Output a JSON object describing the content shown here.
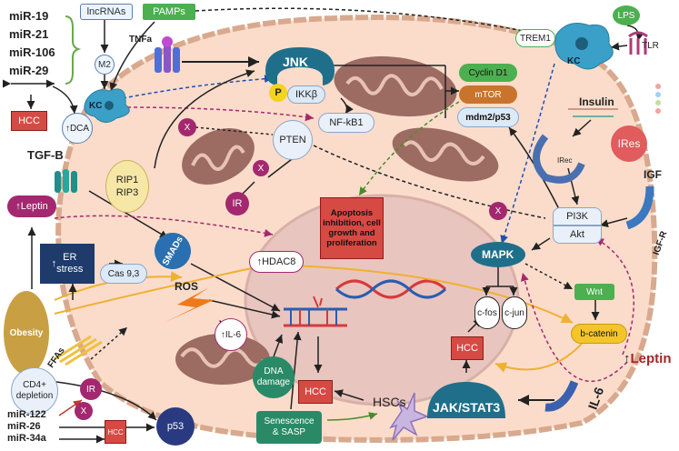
{
  "mirnas_top": [
    "miR-19",
    "miR-21",
    "miR-106",
    "miR-29"
  ],
  "mirnas_bottom": [
    "miR-122",
    "miR-26",
    "miR-34a"
  ],
  "labels": {
    "lncrnas": "lncRNAs",
    "pamps": "PAMPs",
    "m2": "M2",
    "kc": "KC",
    "tnfa": "TNFa",
    "hcc": "HCC",
    "dca": "DCA",
    "tgfb": "TGF-B",
    "leptin": "Leptin",
    "obesity": "Obesity",
    "ffas": "FFAs",
    "cd4": "CD4+\ndepletion",
    "ir": "IR",
    "p53": "p53",
    "x": "X",
    "er_stress": "ER\nstress",
    "cas": "Cas 9,3",
    "ros": "ROS",
    "il6": "IL-6",
    "smads": "SMADs",
    "rip": "RIP1\nRIP3",
    "jnk": "JNK",
    "p": "P",
    "ikkb": "IKKβ",
    "nfkb": "NF-kB1",
    "pten": "PTEN",
    "apoptosis": "Apoptosis\ninhibition, cell\ngrowth and\nproliferation",
    "hdac8": "HDAC8",
    "dna_damage": "DNA\ndamage",
    "senescence": "Senescence\n& SASP",
    "hscs": "HSCs",
    "cyclin": "Cyclin D1",
    "mtor": "mTOR",
    "mdm2": "mdm2/p53",
    "trem1": "TREM1",
    "lps": "LPS",
    "tlr": "TLR",
    "insulin": "Insulin",
    "ires": "IRes",
    "irec": "IRec",
    "igf": "IGF",
    "igfr": "IGF-R",
    "pi3k": "PI3K",
    "akt": "Akt",
    "mapk": "MAPK",
    "cfos": "c-fos",
    "cjun": "c-jun",
    "wnt": "Wnt",
    "bcatenin": "b-catenin",
    "jakstat": "JAK/STAT3",
    "leptin_right": "Leptin",
    "il6_right": "IL-6",
    "arrow_up": "↑"
  },
  "colors": {
    "cell_fill": "#fbdccb",
    "cell_edge": "#d8a98e",
    "nucleus": "#e9c5bf",
    "hcc": "#d64a44",
    "green": "#4caf50",
    "navy": "#1e3b6b",
    "teal": "#1f6f8b",
    "magenta": "#a3286f",
    "yellow": "#f6e7a6",
    "orange_bar": "#c9742d",
    "obesity": "#c8a043",
    "apop": "#d64a44",
    "mito": "#9c6b62",
    "blue_pill": "#dce9f7",
    "dark_arrow": "#222"
  }
}
